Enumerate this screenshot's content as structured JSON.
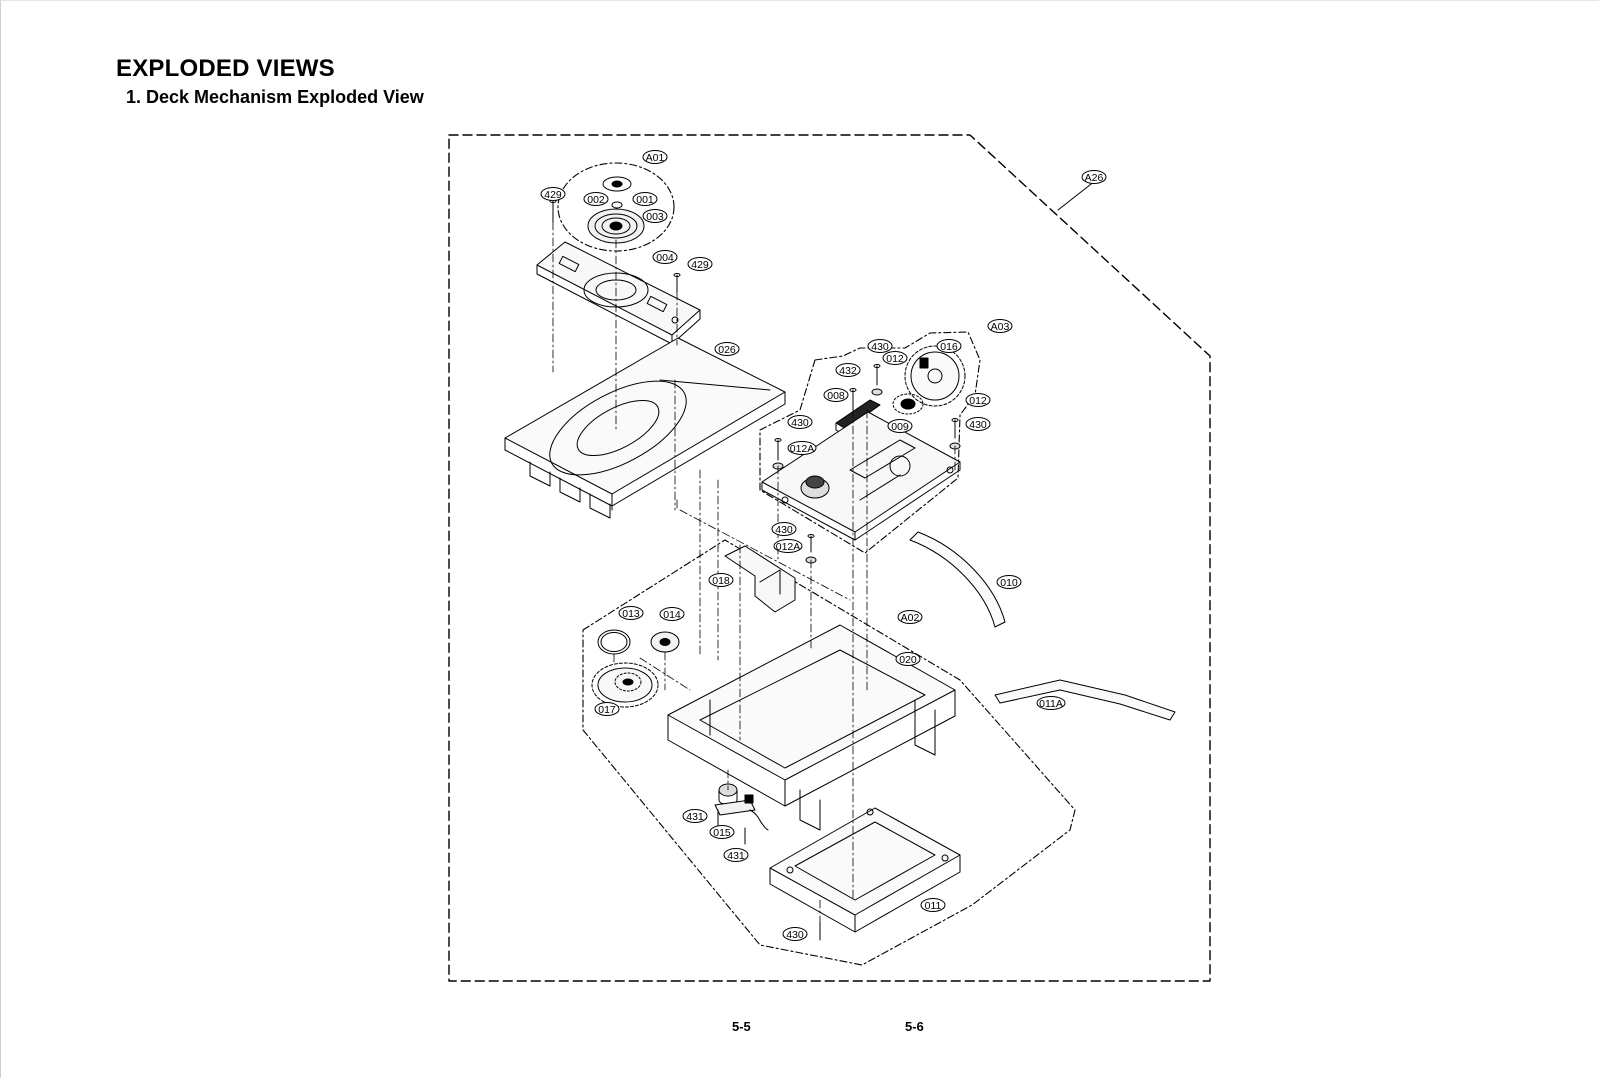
{
  "page": {
    "title": "EXPLODED VIEWS",
    "subtitle": "1. Deck Mechanism Exploded View",
    "page_left": "5-5",
    "page_right": "5-6"
  },
  "callouts": [
    {
      "id": "A01"
    },
    {
      "id": "429"
    },
    {
      "id": "002"
    },
    {
      "id": "001"
    },
    {
      "id": "003"
    },
    {
      "id": "004"
    },
    {
      "id": "429"
    },
    {
      "id": "026"
    },
    {
      "id": "A26"
    },
    {
      "id": "A03"
    },
    {
      "id": "430"
    },
    {
      "id": "016"
    },
    {
      "id": "012"
    },
    {
      "id": "432"
    },
    {
      "id": "008"
    },
    {
      "id": "430"
    },
    {
      "id": "012"
    },
    {
      "id": "430"
    },
    {
      "id": "009"
    },
    {
      "id": "012A"
    },
    {
      "id": "430"
    },
    {
      "id": "012A"
    },
    {
      "id": "010"
    },
    {
      "id": "018"
    },
    {
      "id": "013"
    },
    {
      "id": "014"
    },
    {
      "id": "A02"
    },
    {
      "id": "020"
    },
    {
      "id": "011A"
    },
    {
      "id": "017"
    },
    {
      "id": "431"
    },
    {
      "id": "015"
    },
    {
      "id": "431"
    },
    {
      "id": "011"
    },
    {
      "id": "430"
    }
  ],
  "colors": {
    "ink": "#000000",
    "paper": "#ffffff",
    "part_fill": "#f2f2f2"
  }
}
